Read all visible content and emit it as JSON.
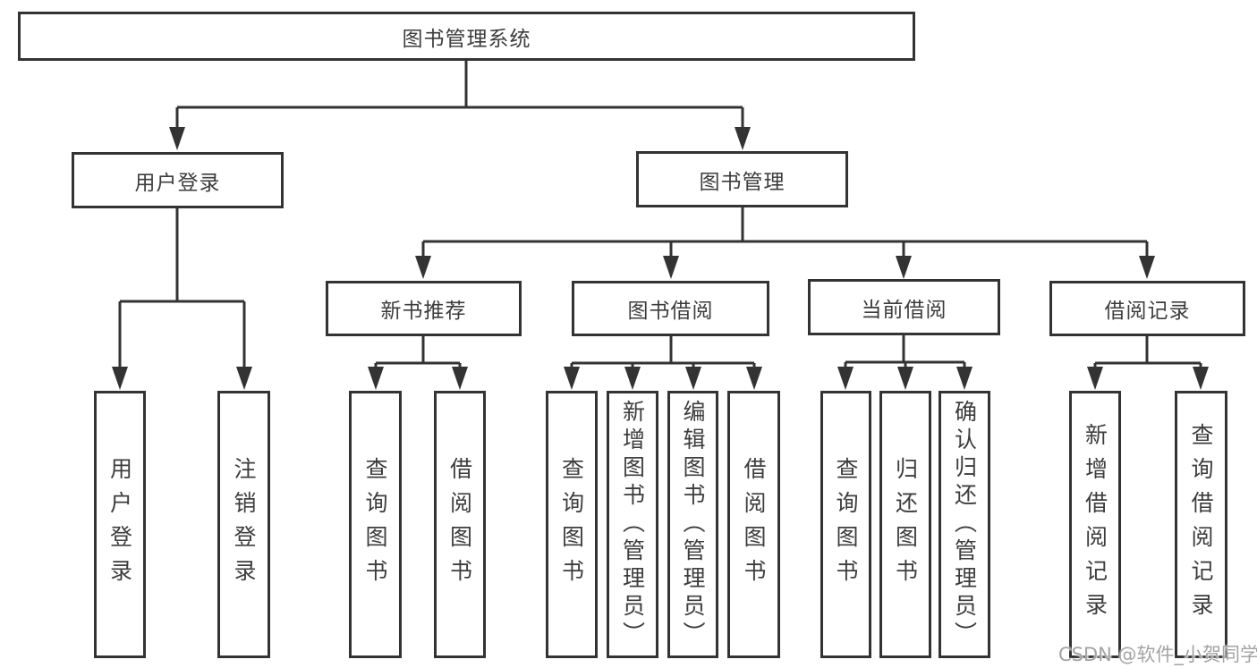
{
  "diagram": {
    "type": "hierarchy-tree",
    "root": {
      "label": "图书管理系统"
    },
    "branches": [
      {
        "label": "用户登录"
      },
      {
        "label": "图书管理"
      }
    ],
    "modules": [
      {
        "label": "新书推荐",
        "parent": "图书管理"
      },
      {
        "label": "图书借阅",
        "parent": "图书管理"
      },
      {
        "label": "当前借阅",
        "parent": "图书管理"
      },
      {
        "label": "借阅记录",
        "parent": "图书管理"
      }
    ],
    "leaves": [
      {
        "label": "用户登录",
        "parent": "用户登录"
      },
      {
        "label": "注销登录",
        "parent": "用户登录"
      },
      {
        "label": "查询图书",
        "parent": "新书推荐"
      },
      {
        "label": "借阅图书",
        "parent": "新书推荐"
      },
      {
        "label": "查询图书",
        "parent": "图书借阅"
      },
      {
        "label": "新增图书（管理员）",
        "parent": "图书借阅"
      },
      {
        "label": "编辑图书（管理员）",
        "parent": "图书借阅"
      },
      {
        "label": "借阅图书",
        "parent": "图书借阅"
      },
      {
        "label": "查询图书",
        "parent": "当前借阅"
      },
      {
        "label": "归还图书",
        "parent": "当前借阅"
      },
      {
        "label": "确认归还（管理员）",
        "parent": "当前借阅"
      },
      {
        "label": "新增借阅记录",
        "parent": "借阅记录"
      },
      {
        "label": "查询借阅记录",
        "parent": "借阅记录"
      }
    ]
  },
  "watermark": "CSDN @软件_小贺同学",
  "colors": {
    "line": "#333333",
    "box_border": "#333333",
    "text": "#3d3d3d",
    "background": "#ffffff",
    "watermark": "#a3a3a3"
  }
}
